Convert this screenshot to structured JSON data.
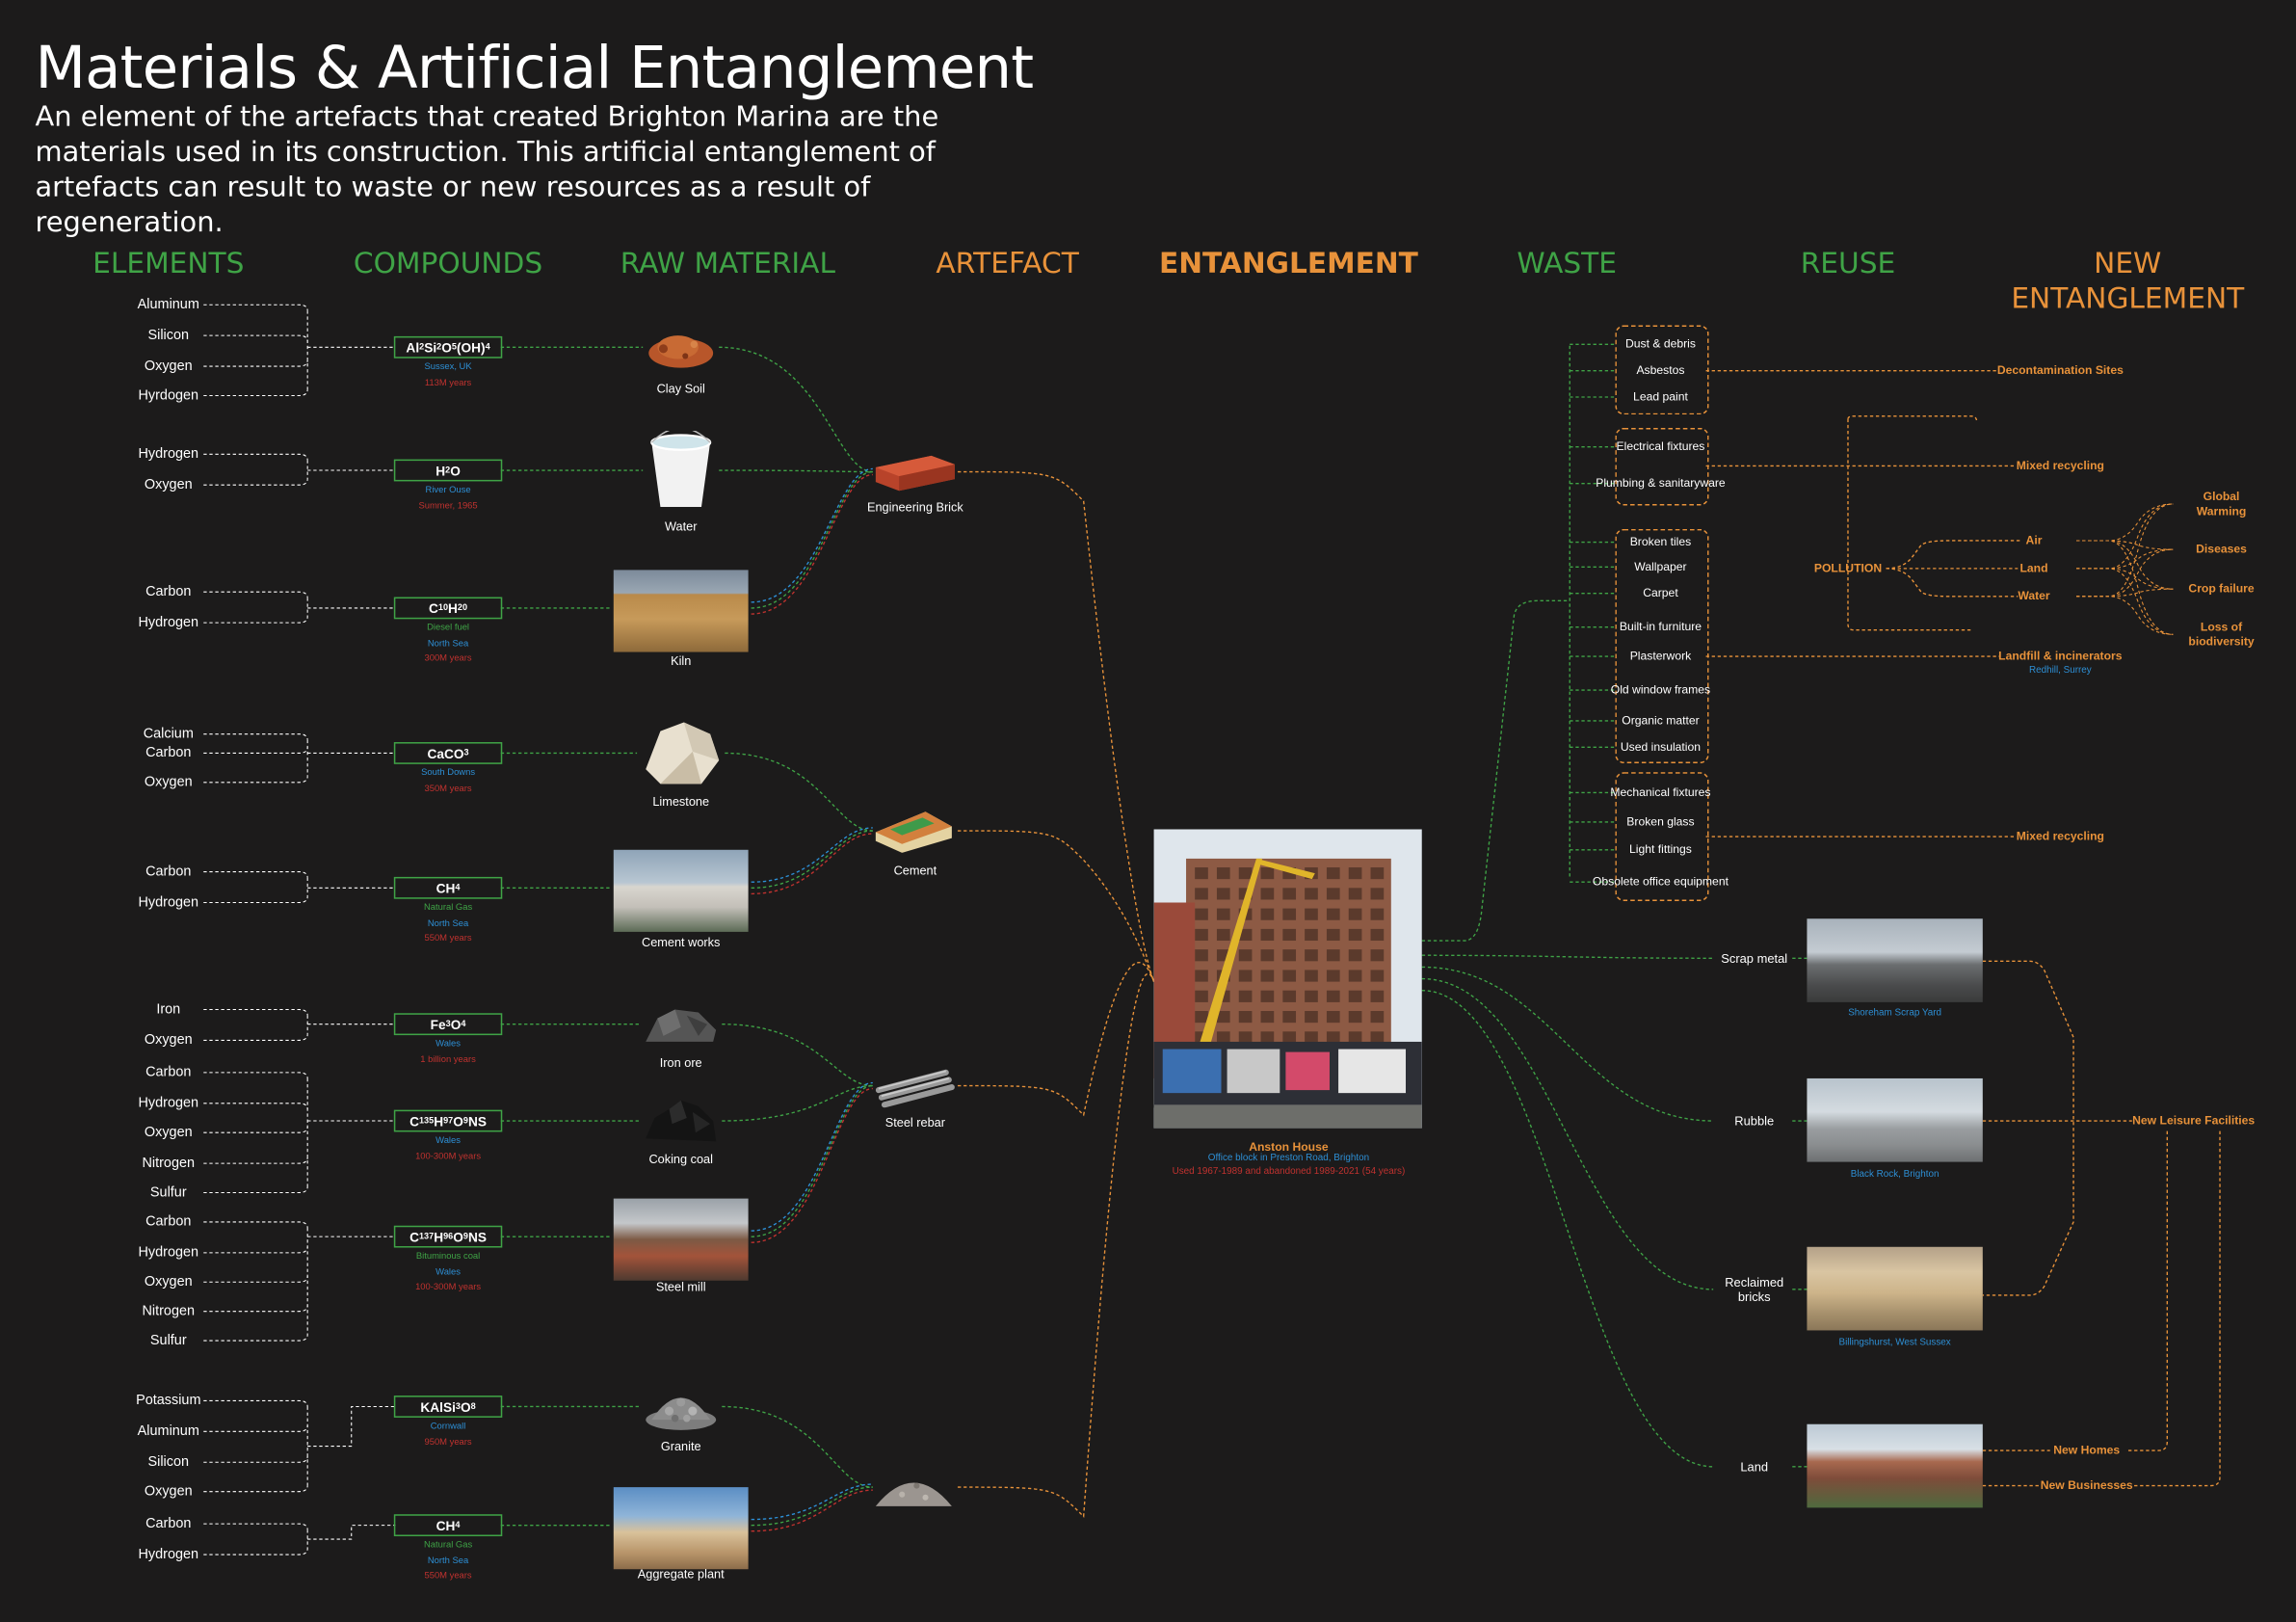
{
  "title": "Materials & Artificial Entanglement",
  "description": "An element of the artefacts that created Brighton Marina are the materials used in its construction. This artificial entanglement of artefacts can result to waste or new resources as a result of regeneration.",
  "headers": {
    "elements": "ELEMENTS",
    "compounds": "COMPOUNDS",
    "raw_material": "RAW MATERIAL",
    "artefact": "ARTEFACT",
    "entanglement": "ENTANGLEMENT",
    "waste": "WASTE",
    "reuse": "REUSE",
    "new_entanglement_1": "NEW",
    "new_entanglement_2": "ENTANGLEMENT"
  },
  "elements": [
    "Aluminum",
    "Silicon",
    "Oxygen",
    "Hyrdogen",
    "Hydrogen",
    "Oxygen",
    "Carbon",
    "Hydrogen",
    "Calcium",
    "Carbon",
    "Oxygen",
    "Carbon",
    "Hydrogen",
    "Iron",
    "Oxygen",
    "Carbon",
    "Hydrogen",
    "Oxygen",
    "Nitrogen",
    "Sulfur",
    "Carbon",
    "Hydrogen",
    "Oxygen",
    "Nitrogen",
    "Sulfur",
    "Potassium",
    "Aluminum",
    "Silicon",
    "Oxygen",
    "Carbon",
    "Hydrogen"
  ],
  "compounds": [
    {
      "html": "Al<sub>2</sub>Si<sub>2</sub>O<sub>5</sub>(OH)<sub>4</sub>",
      "meta": [
        {
          "t": "Sussex, UK",
          "c": "blue"
        },
        {
          "t": "113M years",
          "c": "red"
        }
      ]
    },
    {
      "html": "H<sub>2</sub>O",
      "meta": [
        {
          "t": "River Ouse",
          "c": "blue"
        },
        {
          "t": "Summer, 1965",
          "c": "red"
        }
      ]
    },
    {
      "html": "C<sub>10</sub>H<sub>20</sub>",
      "meta": [
        {
          "t": "Diesel fuel",
          "c": "green"
        },
        {
          "t": "North Sea",
          "c": "blue"
        },
        {
          "t": "300M years",
          "c": "red"
        }
      ]
    },
    {
      "html": "CaCO<sub>3</sub>",
      "meta": [
        {
          "t": "South Downs",
          "c": "blue"
        },
        {
          "t": "350M years",
          "c": "red"
        }
      ]
    },
    {
      "html": "CH<sub>4</sub>",
      "meta": [
        {
          "t": "Natural Gas",
          "c": "green"
        },
        {
          "t": "North Sea",
          "c": "blue"
        },
        {
          "t": "550M years",
          "c": "red"
        }
      ]
    },
    {
      "html": "Fe<sub>3</sub>O<sub>4</sub>",
      "meta": [
        {
          "t": "Wales",
          "c": "blue"
        },
        {
          "t": "1 billion years",
          "c": "red"
        }
      ]
    },
    {
      "html": "C<sub>135</sub>H<sub>97</sub>O<sub>9</sub>NS",
      "meta": [
        {
          "t": "Wales",
          "c": "blue"
        },
        {
          "t": "100-300M years",
          "c": "red"
        }
      ]
    },
    {
      "html": "C<sub>137</sub>H<sub>96</sub>O<sub>9</sub>NS",
      "meta": [
        {
          "t": "Bituminous coal",
          "c": "green"
        },
        {
          "t": "Wales",
          "c": "blue"
        },
        {
          "t": "100-300M years",
          "c": "red"
        }
      ]
    },
    {
      "html": "KAlSi<sub>3</sub>O<sub>8</sub>",
      "meta": [
        {
          "t": "Cornwall",
          "c": "blue"
        },
        {
          "t": "950M years",
          "c": "red"
        }
      ]
    },
    {
      "html": "CH<sub>4</sub>",
      "meta": [
        {
          "t": "Natural Gas",
          "c": "green"
        },
        {
          "t": "North Sea",
          "c": "blue"
        },
        {
          "t": "550M years",
          "c": "red"
        }
      ]
    }
  ],
  "raw_materials": [
    "Clay Soil",
    "Water",
    "Kiln",
    "Limestone",
    "Cement works",
    "Iron ore",
    "Coking coal",
    "Steel mill",
    "Granite",
    "Aggregate plant"
  ],
  "artefacts": [
    "Engineering Brick",
    "Cement",
    "Steel rebar",
    ""
  ],
  "entanglement": {
    "name": "Anston House",
    "location": "Office block in Preston Road, Brighton",
    "usage": "Used 1967-1989 and abandoned 1989-2021 (54 years)"
  },
  "waste_groups": [
    [
      "Dust & debris",
      "Asbestos",
      "Lead paint"
    ],
    [
      "Electrical fixtures",
      "Plumbing & sanitaryware"
    ],
    [
      "Broken tiles",
      "Wallpaper",
      "Carpet",
      "Built-in furniture",
      "Plasterwork",
      "Old window frames",
      "Organic matter",
      "Used insulation"
    ],
    [
      "Mechanical fixtures",
      "Broken glass",
      "Light fittings",
      "Obsolete office equipment"
    ]
  ],
  "waste_direct": [
    "Scrap metal",
    "Rubble",
    "Reclaimed bricks",
    "Land"
  ],
  "reuse_captions": [
    "Shoreham Scrap Yard",
    "Black Rock, Brighton",
    "Billingshurst, West Sussex",
    ""
  ],
  "outcomes": {
    "decontamination": "Decontamination Sites",
    "mixed_recycling_1": "Mixed recycling",
    "pollution": "POLLUTION",
    "air": "Air",
    "land": "Land",
    "water": "Water",
    "global_warming": "Global Warming",
    "diseases": "Diseases",
    "crop_failure": "Crop failure",
    "biodiversity": "Loss of biodiversity",
    "landfill": "Landfill & incinerators",
    "landfill_loc": "Redhill, Surrey",
    "mixed_recycling_2": "Mixed recycling",
    "leisure": "New Leisure Facilities",
    "homes": "New Homes",
    "businesses": "New Businesses"
  },
  "colors": {
    "background": "#1c1b1b",
    "green": "#3fa346",
    "orange": "#e8923a",
    "blue": "#2d8fd5",
    "red": "#c0322f"
  }
}
